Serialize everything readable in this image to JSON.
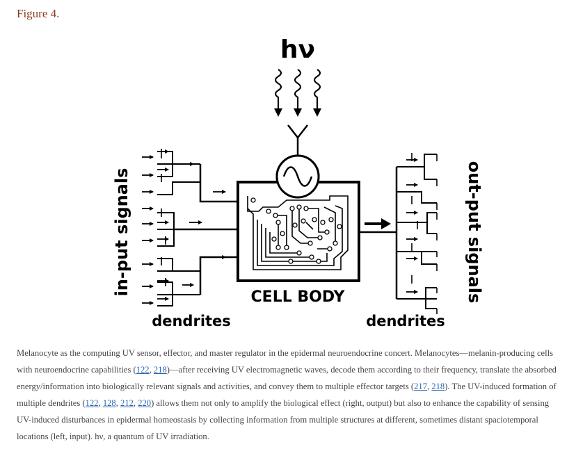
{
  "figure_label": "Figure 4.",
  "diagram": {
    "photon_label": "hν",
    "cell_body_label": "CELL BODY",
    "input_label": "in-put signals",
    "output_label": "out-put signals",
    "left_dendrites_label": "dendrites",
    "right_dendrites_label": "dendrites"
  },
  "caption": {
    "segments": [
      {
        "text": "Melanocyte as the computing UV sensor, effector, and master regulator in the epidermal neuroendocrine concert. Melanocytes—melanin-producing cells with neuroendocrine capabilities ("
      },
      {
        "text": "122",
        "link": true
      },
      {
        "text": ", "
      },
      {
        "text": "218",
        "link": true
      },
      {
        "text": ")—after receiving UV electromagnetic waves, decode them according to their frequency, translate the absorbed energy/information into biologically relevant signals and activities, and convey them to multiple effector targets ("
      },
      {
        "text": "217",
        "link": true
      },
      {
        "text": ", "
      },
      {
        "text": "218",
        "link": true
      },
      {
        "text": "). The UV-induced formation of multiple dendrites ("
      },
      {
        "text": "122",
        "link": true
      },
      {
        "text": ", "
      },
      {
        "text": "128",
        "link": true
      },
      {
        "text": ", "
      },
      {
        "text": "212",
        "link": true
      },
      {
        "text": ", "
      },
      {
        "text": "220",
        "link": true
      },
      {
        "text": ") allows them not only to amplify the biological effect (right, output) but also to enhance the capability of sensing UV-induced disturbances in epidermal homeostasis by collecting information from multiple structures at different, sometimes distant spaciotemporal locations (left, input). hν, a quantum of UV irradiation."
      }
    ]
  }
}
